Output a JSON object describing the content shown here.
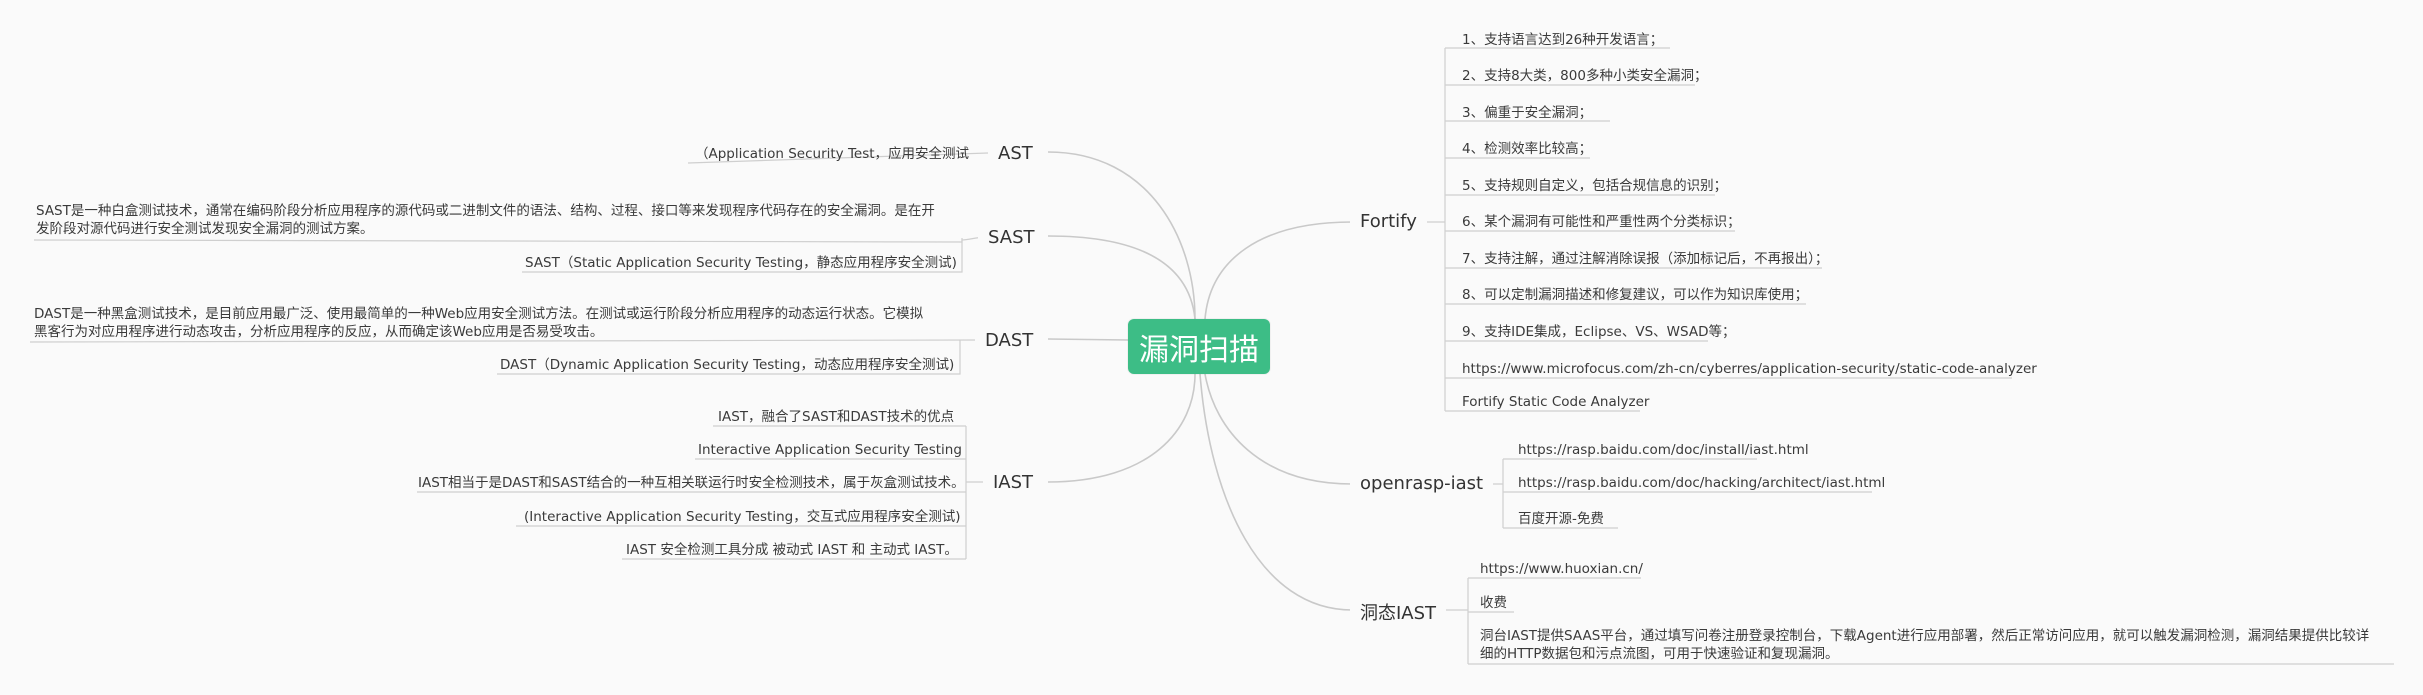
{
  "root": "漏洞扫描",
  "branches": {
    "ast": {
      "title": "AST",
      "items": [
        "（Application Security Test，应用安全测试"
      ]
    },
    "sast": {
      "title": "SAST",
      "items": [
        "SAST是一种白盒测试技术，通常在编码阶段分析应用程序的源代码或二进制文件的语法、结构、过程、接口等来发现程序代码存在的安全漏洞。是在开发阶段对源代码进行安全测试发现安全漏洞的测试方案。",
        "SAST（Static Application Security Testing，静态应用程序安全测试)"
      ]
    },
    "dast": {
      "title": "DAST",
      "items": [
        "DAST是一种黑盒测试技术，是目前应用最广泛、使用最简单的一种Web应用安全测试方法。在测试或运行阶段分析应用程序的动态运行状态。它模拟黑客行为对应用程序进行动态攻击，分析应用程序的反应，从而确定该Web应用是否易受攻击。",
        "DAST（Dynamic Application Security Testing，动态应用程序安全测试)"
      ]
    },
    "iast": {
      "title": "IAST",
      "items": [
        "IAST，融合了SAST和DAST技术的优点",
        "Interactive Application Security Testing",
        "IAST相当于是DAST和SAST结合的一种互相关联运行时安全检测技术，属于灰盒测试技术。",
        "(Interactive Application Security Testing，交互式应用程序安全测试)",
        "IAST 安全检测工具分成 被动式 IAST 和 主动式 IAST。"
      ]
    },
    "fortify": {
      "title": "Fortify",
      "items": [
        "1、支持语言达到26种开发语言；",
        "2、支持8大类，800多种小类安全漏洞；",
        "3、偏重于安全漏洞；",
        "4、检测效率比较高；",
        "5、支持规则自定义，包括合规信息的识别；",
        "6、某个漏洞有可能性和严重性两个分类标识；",
        "7、支持注解，通过注解消除误报（添加标记后，不再报出）；",
        "8、可以定制漏洞描述和修复建议，可以作为知识库使用；",
        "9、支持IDE集成，Eclipse、VS、WSAD等；",
        "https://www.microfocus.com/zh-cn/cyberres/application-security/static-code-analyzer",
        "Fortify Static Code Analyzer"
      ]
    },
    "openrasp": {
      "title": "openrasp-iast",
      "items": [
        "https://rasp.baidu.com/doc/install/iast.html",
        "https://rasp.baidu.com/doc/hacking/architect/iast.html",
        "百度开源-免费"
      ]
    },
    "dongtai": {
      "title": "洞态IAST",
      "items": [
        "https://www.huoxian.cn/",
        "收费",
        "洞台IAST提供SAAS平台，通过填写问卷注册登录控制台，下载Agent进行应用部署，然后正常访问应用，就可以触发漏洞检测，漏洞结果提供比较详细的HTTP数据包和污点流图，可用于快速验证和复现漏洞。"
      ]
    }
  },
  "colors": {
    "root_fill": "#3dbd86",
    "line": "#c8c8c8",
    "text": "#333333"
  }
}
